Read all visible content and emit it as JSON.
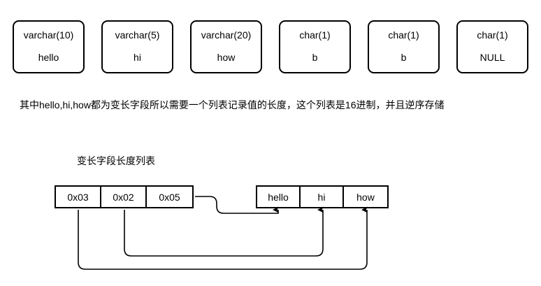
{
  "diagram": {
    "fields": [
      {
        "type": "varchar(10)",
        "value": "hello"
      },
      {
        "type": "varchar(5)",
        "value": "hi"
      },
      {
        "type": "varchar(20)",
        "value": "how"
      },
      {
        "type": "char(1)",
        "value": "b"
      },
      {
        "type": "char(1)",
        "value": "b"
      },
      {
        "type": "char(1)",
        "value": "NULL"
      }
    ],
    "note": "其中hello,hi,how都为变长字段所以需要一个列表记录值的长度，这个列表是16进制，并且逆序存储",
    "list_caption": "变长字段长度列表",
    "length_list": [
      "0x03",
      "0x02",
      "0x05"
    ],
    "value_list": [
      "hello",
      "hi",
      "how"
    ],
    "colors": {
      "stroke": "#000000",
      "background": "#ffffff",
      "text": "#000000"
    }
  }
}
